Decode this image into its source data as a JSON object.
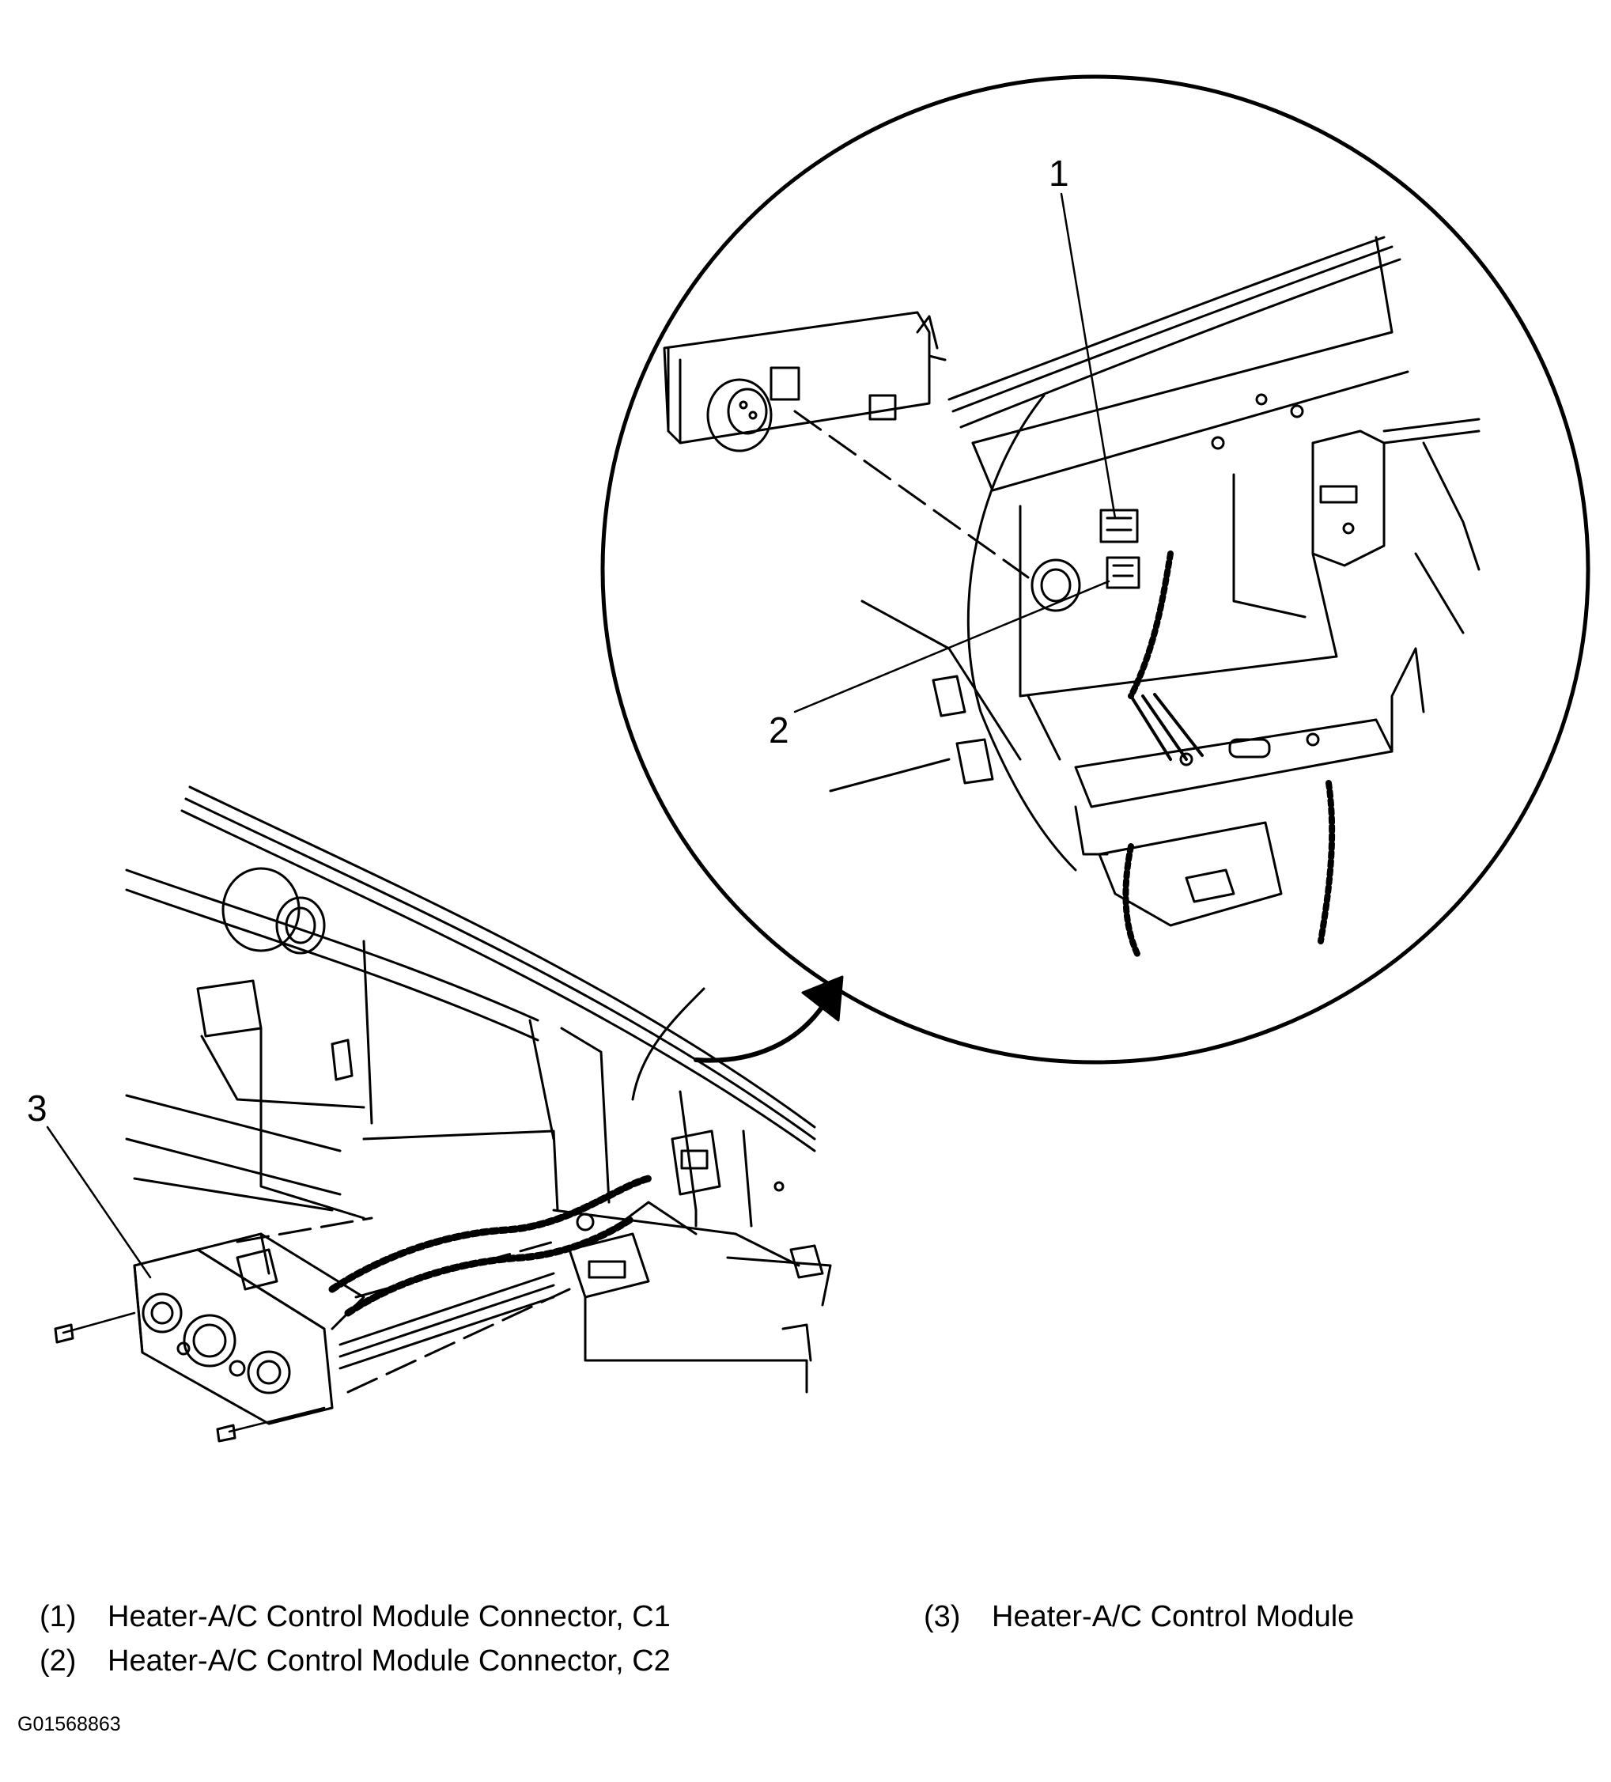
{
  "callouts": {
    "c1": "1",
    "c2": "2",
    "c3": "3"
  },
  "legend": {
    "item1": {
      "num": "(1)",
      "text": "Heater-A/C Control Module Connector, C1"
    },
    "item2": {
      "num": "(2)",
      "text": "Heater-A/C Control Module Connector, C2"
    },
    "item3": {
      "num": "(3)",
      "text": "Heater-A/C Control Module"
    }
  },
  "figure_id": "G01568863"
}
